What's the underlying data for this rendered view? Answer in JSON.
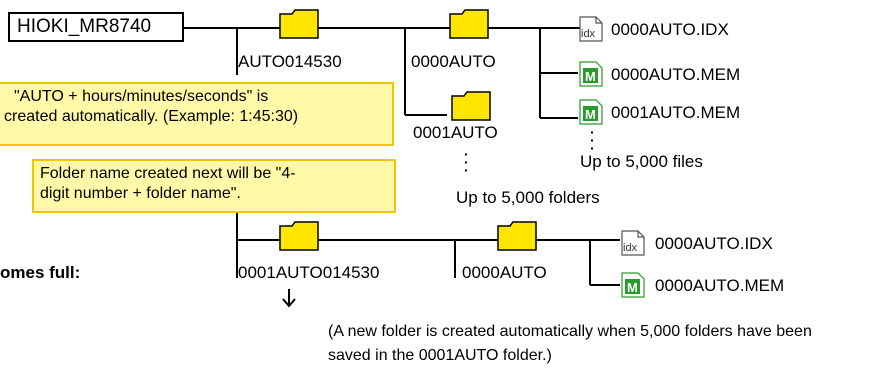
{
  "root_label": "HIOKI_MR8740",
  "top_branch": {
    "folder1": "AUTO014530",
    "folder2": "0000AUTO",
    "folder3": "0001AUTO",
    "files": [
      "0000AUTO.IDX",
      "0000AUTO.MEM",
      "0001AUTO.MEM"
    ],
    "files_limit": "Up to 5,000 files",
    "folders_limit": "Up to 5,000 folders"
  },
  "notes": {
    "auto_naming": [
      "\"AUTO + hours/minutes/seconds\" is",
      "created automatically. (Example: 1:45:30)"
    ],
    "next_name": [
      "Folder name created next will be  \"4-",
      "digit number + folder name\"."
    ]
  },
  "bottom_branch": {
    "side_label": "omes full:",
    "folder1": "0001AUTO014530",
    "folder2": "0000AUTO",
    "files": [
      "0000AUTO.IDX",
      "0000AUTO.MEM"
    ],
    "caption": [
      "(A new folder is created automatically when 5,000 folders have been",
      "saved in the 0001AUTO folder.)"
    ]
  },
  "icons": {
    "folder": "folder-icon",
    "idx_file": "idx-file-icon",
    "mem_file": "mem-file-icon",
    "idx_label": "idx",
    "mem_label": "M",
    "arrow": "down-arrow-icon"
  },
  "colors": {
    "folder_fill": "#ffe600",
    "note_fill": "#fff9a8",
    "note_border": "#f5c400",
    "mem_green": "#2a9a2a"
  }
}
